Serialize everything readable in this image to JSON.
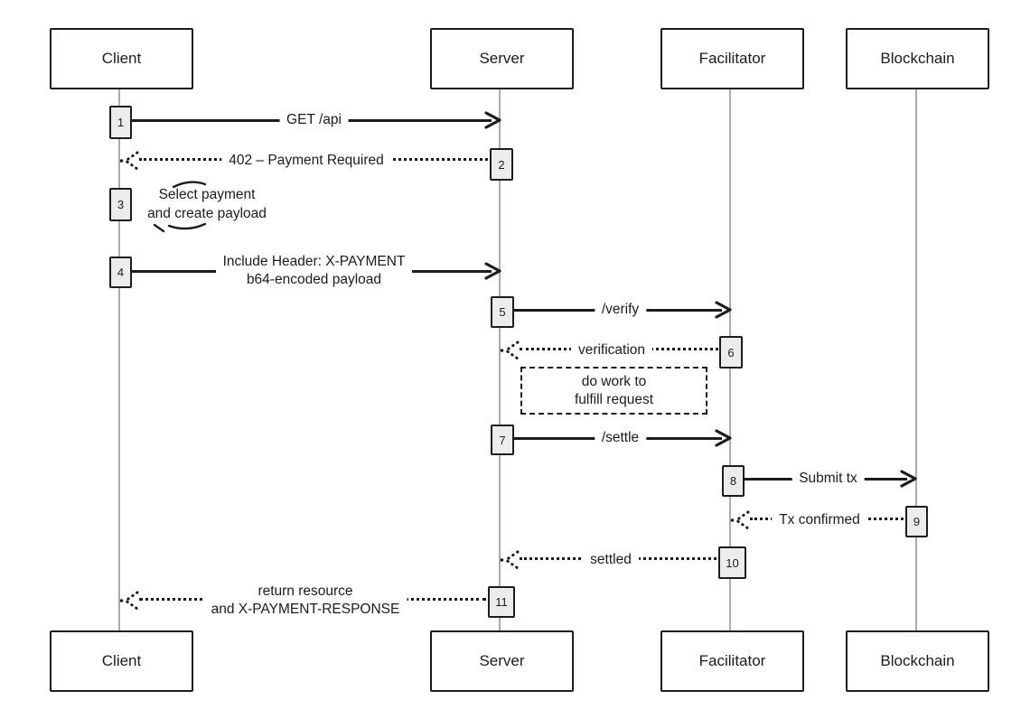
{
  "diagram": {
    "type": "sequence",
    "actors": {
      "client": "Client",
      "server": "Server",
      "facilitator": "Facilitator",
      "blockchain": "Blockchain"
    },
    "messages": {
      "m1": {
        "num": "1",
        "label": "GET /api",
        "from": "client",
        "to": "server",
        "style": "solid"
      },
      "m2": {
        "num": "2",
        "label": "402 – Payment Required",
        "from": "server",
        "to": "client",
        "style": "dotted"
      },
      "m3": {
        "num": "3",
        "line1": "Select payment",
        "line2": "and create payload",
        "from": "client",
        "to": "client",
        "style": "self"
      },
      "m4": {
        "num": "4",
        "line1": "Include Header: X-PAYMENT",
        "line2": "b64-encoded payload",
        "from": "client",
        "to": "server",
        "style": "solid"
      },
      "m5": {
        "num": "5",
        "label": "/verify",
        "from": "server",
        "to": "facilitator",
        "style": "solid"
      },
      "m6": {
        "num": "6",
        "label": "verification",
        "from": "facilitator",
        "to": "server",
        "style": "dotted"
      },
      "m7": {
        "num": "7",
        "label": "/settle",
        "from": "server",
        "to": "facilitator",
        "style": "solid"
      },
      "m8": {
        "num": "8",
        "label": "Submit tx",
        "from": "facilitator",
        "to": "blockchain",
        "style": "solid"
      },
      "m9": {
        "num": "9",
        "label": "Tx confirmed",
        "from": "blockchain",
        "to": "facilitator",
        "style": "dotted"
      },
      "m10": {
        "num": "10",
        "label": "settled",
        "from": "facilitator",
        "to": "server",
        "style": "dotted"
      },
      "m11": {
        "num": "11",
        "line1": "return resource",
        "line2": "and X-PAYMENT-RESPONSE",
        "from": "server",
        "to": "client",
        "style": "dotted"
      }
    },
    "note": {
      "line1": "do work to",
      "line2": "fulfill request"
    },
    "colors": {
      "ink": "#1c1c1c",
      "lifeline": "#ababab",
      "activation_fill": "#ececec",
      "background": "#ffffff"
    }
  }
}
